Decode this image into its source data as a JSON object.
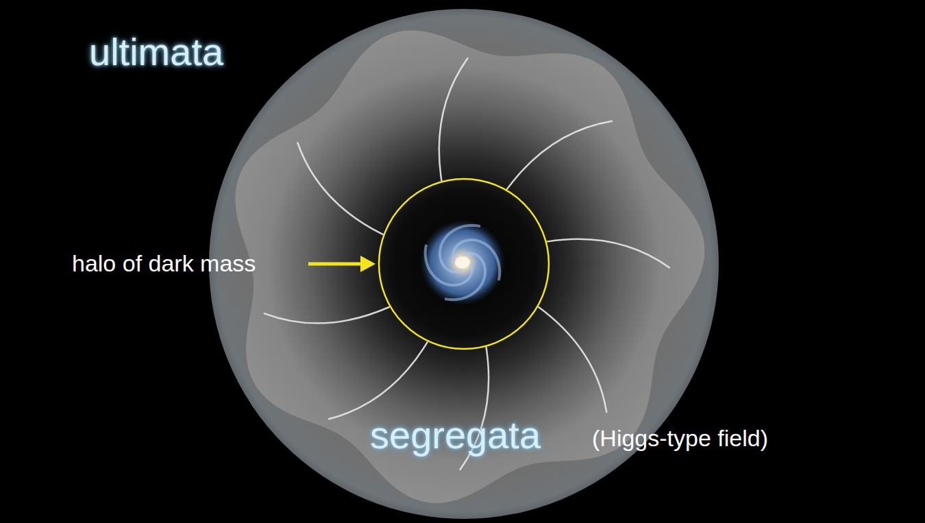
{
  "diagram": {
    "labels": [
      "ultimata",
      "halo of dark mass",
      "segregata",
      "(Higgs-type field)"
    ]
  }
}
